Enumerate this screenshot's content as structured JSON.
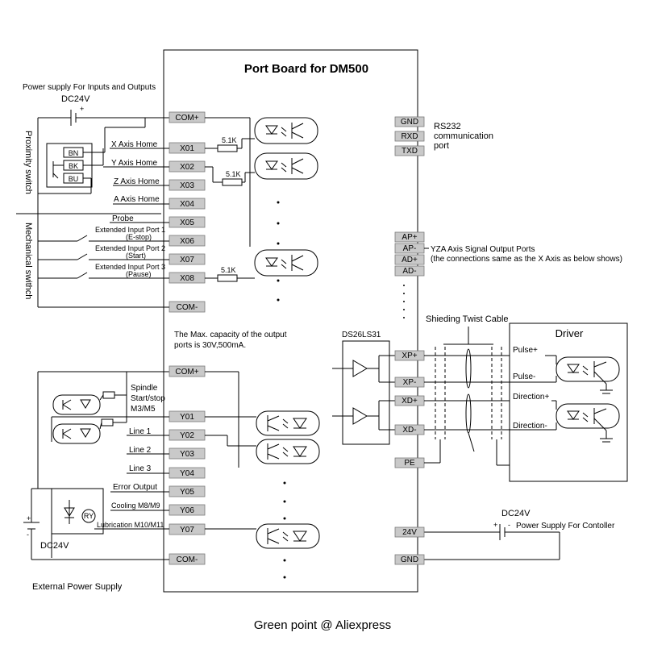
{
  "board": {
    "title": "Port Board for DM500"
  },
  "power_in": {
    "caption": "Power supply For Inputs and Outputs",
    "voltage": "DC24V",
    "plus": "+"
  },
  "side_labels": {
    "proximity": "Proximity switch",
    "mechanical": "Mechanical swithch"
  },
  "sensor_pins": [
    "BN",
    "BK",
    "BU"
  ],
  "input_pins": [
    {
      "pin": "COM+",
      "label": ""
    },
    {
      "pin": "X01",
      "label": "X Axis Home"
    },
    {
      "pin": "X02",
      "label": "Y Axis Home"
    },
    {
      "pin": "X03",
      "label": "Z Axis Home"
    },
    {
      "pin": "X04",
      "label": "A Axis Home"
    },
    {
      "pin": "X05",
      "label": "Probe"
    },
    {
      "pin": "X06",
      "label": "Extended Input Port 1",
      "sub": "(E-stop)"
    },
    {
      "pin": "X07",
      "label": "Extended Input Port 2",
      "sub": "(Start)"
    },
    {
      "pin": "X08",
      "label": "Extended Input Port 3",
      "sub": "(Pause)"
    },
    {
      "pin": "COM-",
      "label": ""
    }
  ],
  "resistor_label": "5.1K",
  "output_note": [
    "The Max. capacity of the output",
    "ports is 30V,500mA."
  ],
  "output_pins": [
    {
      "pin": "COM+",
      "label": ""
    },
    {
      "pin": "Y01",
      "label": "Spindle",
      "extra": [
        "Start/stop",
        "M3/M5"
      ]
    },
    {
      "pin": "Y02",
      "label": "Line 1"
    },
    {
      "pin": "Y03",
      "label": "Line 2"
    },
    {
      "pin": "Y04",
      "label": "Line 3"
    },
    {
      "pin": "Y05",
      "label": "Error Output"
    },
    {
      "pin": "Y06",
      "label": "Cooling M8/M9"
    },
    {
      "pin": "Y07",
      "label": "Lubrication M10/M11"
    },
    {
      "pin": "COM-",
      "label": ""
    }
  ],
  "relay_label": "RY",
  "ext_power": {
    "voltage": "DC24V",
    "caption": "External Power Supply",
    "plus": "+",
    "minus": "-"
  },
  "rs232": {
    "pins": [
      "GND",
      "RXD",
      "TXD"
    ],
    "label": [
      "RS232",
      "communication",
      "port"
    ]
  },
  "axis_pins": {
    "pins": [
      "AP+",
      "AP-",
      "AD+",
      "AD-"
    ],
    "label": [
      "YZA Axis Signal Output Ports",
      "(the connections same as the X Axis as below shows)"
    ]
  },
  "chip": {
    "name": "DS26LS31"
  },
  "diff_pins": [
    "XP+",
    "XP-",
    "XD+",
    "XD-",
    "PE"
  ],
  "cable_label": "Shieding Twist Cable",
  "driver": {
    "title": "Driver",
    "signals": [
      "Pulse+",
      "Pulse-",
      "Direction+",
      "Direction-"
    ]
  },
  "controller_power": {
    "voltage": "DC24V",
    "caption": "Power Supply For Contoller",
    "plus": "+",
    "minus": "-"
  },
  "power_pins": [
    "24V",
    "GND"
  ],
  "watermark": {
    "text": "Green point @ Aliexpress",
    "color": "#1db84a"
  }
}
